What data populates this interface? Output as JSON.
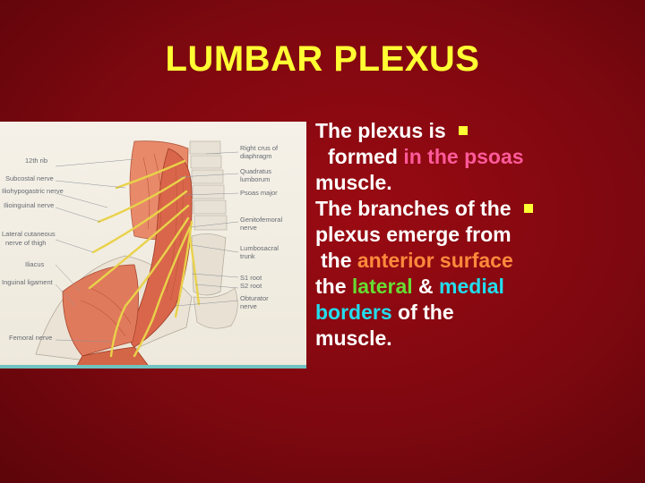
{
  "slide": {
    "title": "LUMBAR PLEXUS"
  },
  "figure": {
    "labels_left": [
      "12th rib",
      "Subcostal nerve",
      "Iliohypogastric nerve",
      "Ilioinguinal nerve",
      "Lateral cutaneous",
      "nerve of thigh",
      "Iliacus",
      "Inguinal ligament",
      "Femoral nerve"
    ],
    "labels_right": [
      "Right crus of",
      "diaphragm",
      "Quadratus",
      "lumborum",
      "Psoas major",
      "Genitofemoral",
      "nerve",
      "Lumbosacral",
      "trunk",
      "S1 root",
      "S2 root",
      "Obturator",
      "nerve"
    ]
  },
  "bullets": [
    {
      "lines": [
        [
          {
            "t": "The plexus is",
            "c": "white"
          }
        ],
        [
          {
            "t": "formed ",
            "c": "white"
          },
          {
            "t": "in the psoas",
            "c": "pink"
          }
        ],
        [
          {
            "t": "muscle.",
            "c": "white"
          }
        ]
      ]
    },
    {
      "lines": [
        [
          {
            "t": "The branches of the",
            "c": "white"
          }
        ],
        [
          {
            "t": "plexus emerge from",
            "c": "white"
          }
        ],
        [
          {
            "t": "the ",
            "c": "white"
          },
          {
            "t": "anterior surface",
            "c": "orange"
          }
        ],
        [
          {
            "t": "the ",
            "c": "white"
          },
          {
            "t": "lateral",
            "c": "green"
          },
          {
            "t": " & ",
            "c": "white"
          },
          {
            "t": "medial",
            "c": "cyan"
          }
        ],
        [
          {
            "t": "borders",
            "c": "cyan"
          },
          {
            "t": " of the",
            "c": "white"
          }
        ],
        [
          {
            "t": "muscle.",
            "c": "white"
          }
        ]
      ]
    }
  ]
}
